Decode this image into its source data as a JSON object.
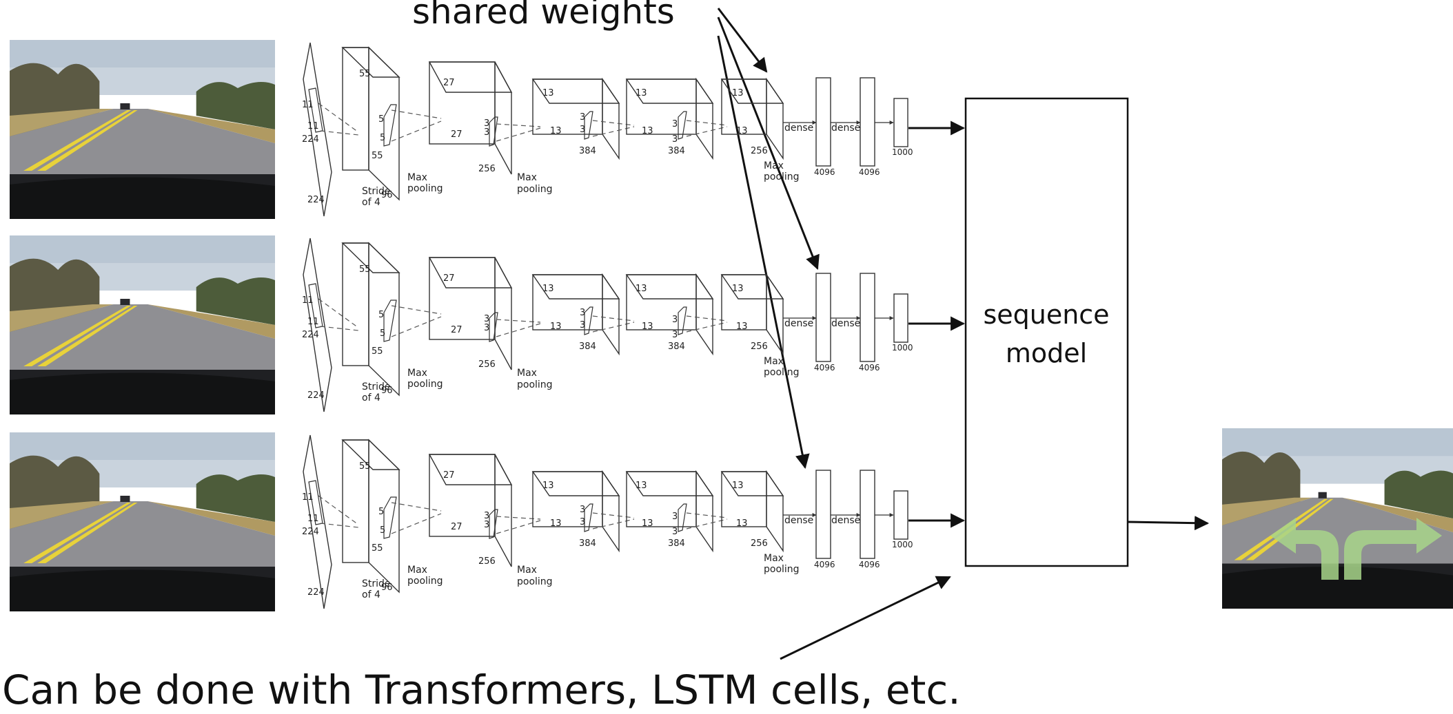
{
  "heading": "shared weights",
  "caption": "Can be done with Transformers, LSTM cells, etc.",
  "sequence_model": {
    "line1": "sequence",
    "line2": "model"
  },
  "cnn": {
    "input_sizes": [
      "11",
      "11",
      "224",
      "224"
    ],
    "stride": [
      "Stride",
      "of 4"
    ],
    "conv1": [
      "55",
      "5",
      "5",
      "55",
      "96"
    ],
    "pooling": [
      "Max",
      "pooling"
    ],
    "conv2": [
      "27",
      "27",
      "256"
    ],
    "kernel3": "3",
    "conv3": [
      "13",
      "13",
      "384"
    ],
    "conv4": [
      "13",
      "13",
      "384"
    ],
    "conv5": [
      "13",
      "13",
      "256"
    ],
    "dense": "dense",
    "dense_sizes": [
      "4096",
      "4096",
      "1000"
    ]
  },
  "colors": {
    "road_line": "#e8d23a",
    "turn_arrow": "#a8d58a"
  },
  "icons": [
    "road-camera-frame",
    "turn-arrow-icon"
  ]
}
